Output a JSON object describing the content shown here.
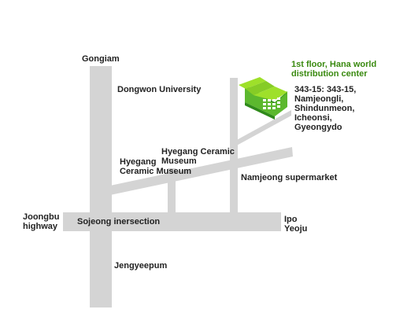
{
  "labels": {
    "gongiam": "Gongiam",
    "dongwon_university": "Dongwon University",
    "hyegang_ceramic_museum_right": "Hyegang Ceramic\nMuseum",
    "hyegang_ceramic_museum_left": "Hyegang\nCeramic Museum",
    "namjeong_supermarket": "Namjeong supermarket",
    "joongbu_highway": "Joongbu\nhighway",
    "sojeong_intersection": "Sojeong inersection",
    "ipo_yeoju": "Ipo\nYeoju",
    "jengyeepum": "Jengyeepum"
  },
  "destination": {
    "name": "1st floor, Hana world\ndistribution center",
    "address": "343-15: 343-15,\nNamjeongli,\nShindunmeon,\nIcheonsi,\nGyeongydo",
    "icon": "building-icon"
  },
  "colors": {
    "road": "#d4d4d4",
    "text": "#222222",
    "highlight": "#3a8a10",
    "building_front": "#5cb82e",
    "building_top": "#9ee02a",
    "building_side": "#2f8a1a",
    "building_window": "#ffffff"
  }
}
